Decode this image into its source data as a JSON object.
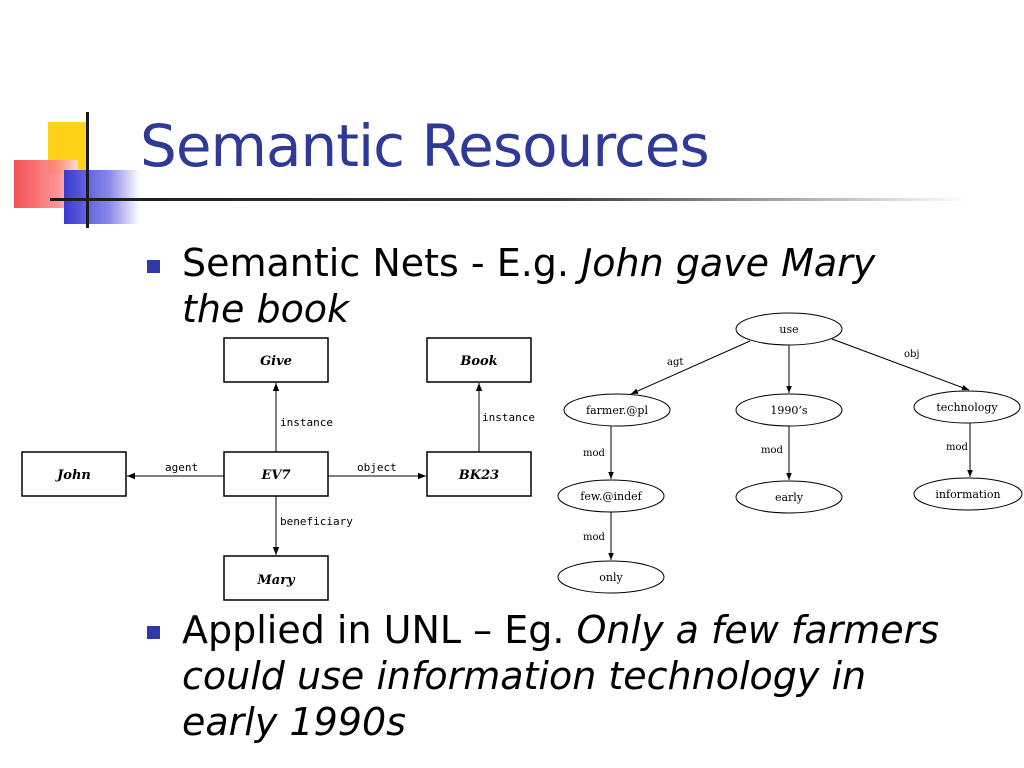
{
  "slide": {
    "title": "Semantic Resources",
    "bullets": [
      {
        "prefix": "Semantic Nets - E.g. ",
        "italic": "John gave Mary the book"
      },
      {
        "prefix": "Applied in UNL – Eg. ",
        "italic": "Only a few farmers could use information technology in early 1990s"
      }
    ]
  },
  "semantic_net": {
    "nodes": {
      "give": "Give",
      "book": "Book",
      "john": "John",
      "ev7": "EV7",
      "bk23": "BK23",
      "mary": "Mary"
    },
    "edges": {
      "instance_give": "instance",
      "instance_book": "instance",
      "agent": "agent",
      "object": "object",
      "beneficiary": "beneficiary"
    }
  },
  "unl_graph": {
    "nodes": {
      "use": "use",
      "farmer": "farmer.@pl",
      "y1990": "1990’s",
      "technology": "technology",
      "few": "few.@indef",
      "early": "early",
      "information": "information",
      "only": "only"
    },
    "edges": {
      "agt": "agt",
      "obj": "obj",
      "mod1": "mod",
      "mod2": "mod",
      "mod3": "mod",
      "mod4": "mod"
    }
  },
  "colors": {
    "title": "#2f3a96",
    "bullet": "#2f3aa8",
    "deco_yellow": "#ffd21a",
    "deco_red": "#f04040",
    "deco_blue": "#3a3ad0"
  }
}
